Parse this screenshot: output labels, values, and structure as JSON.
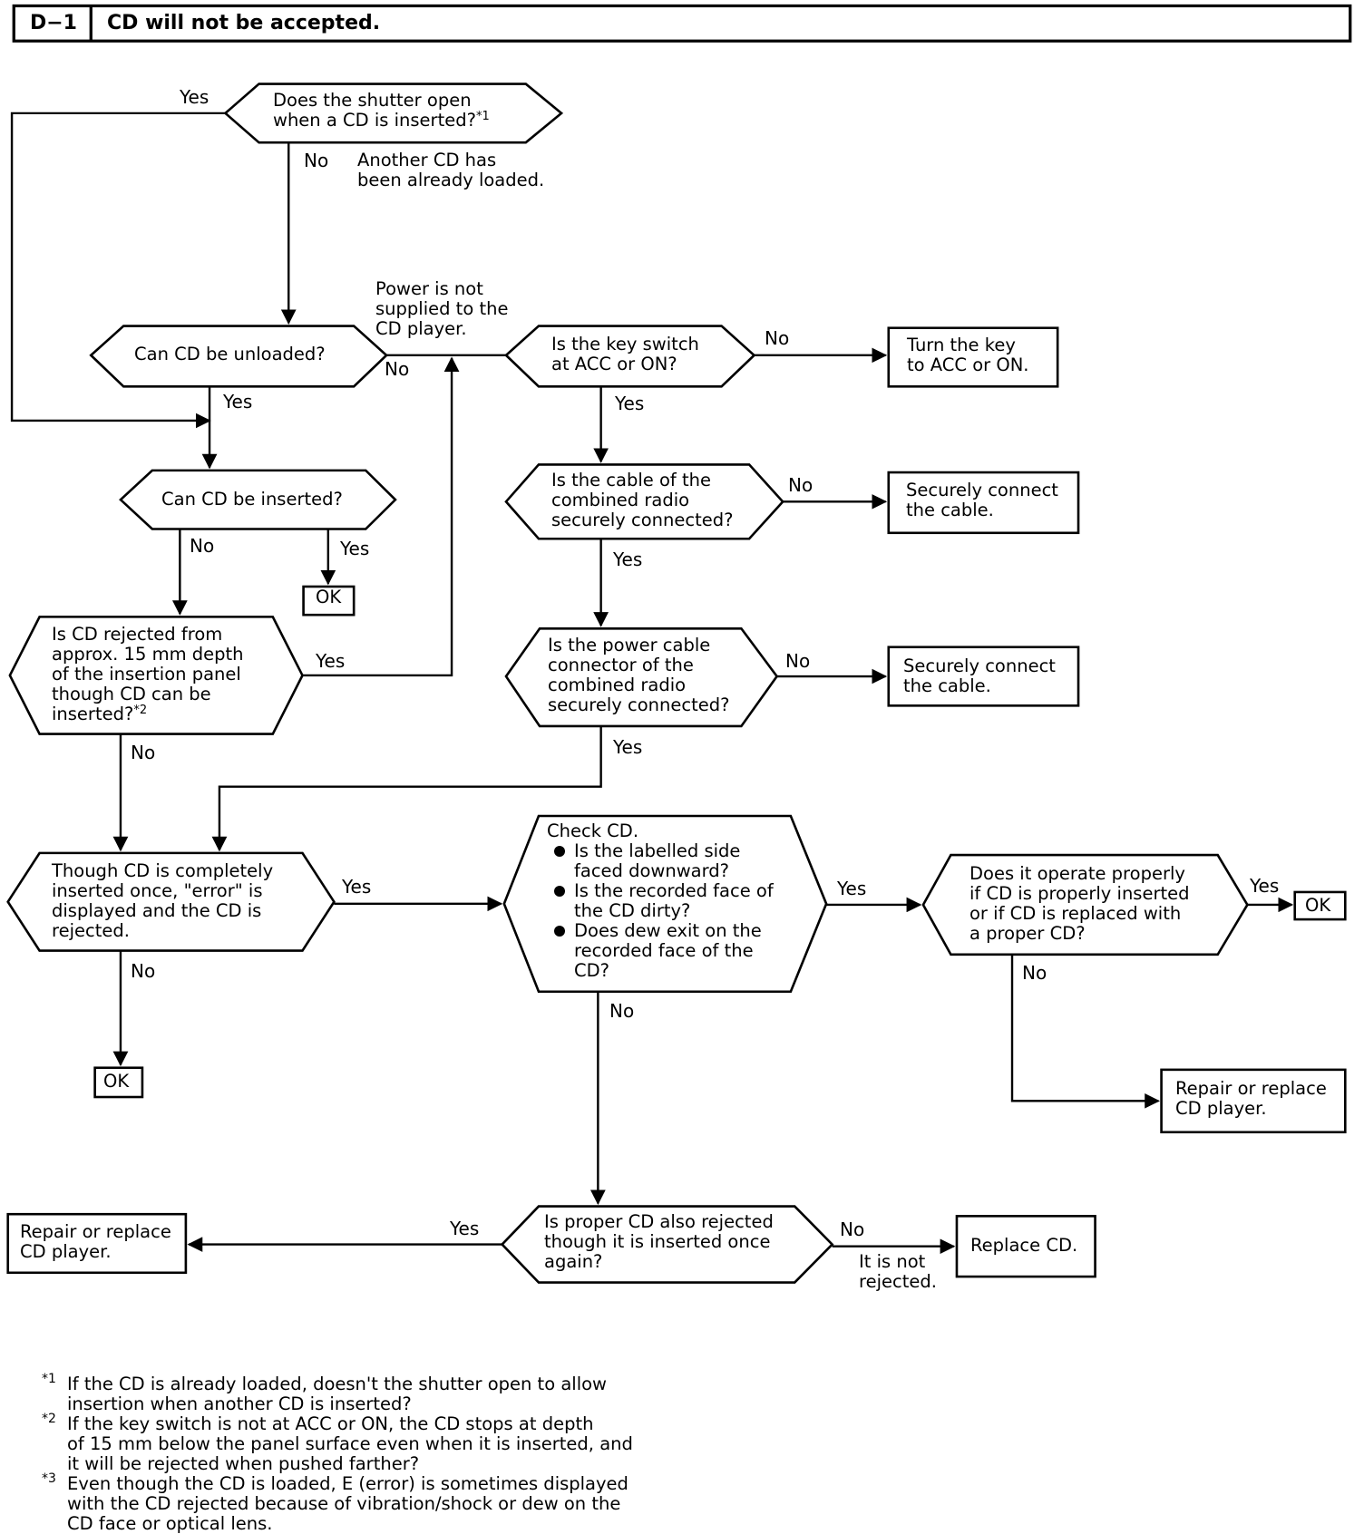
{
  "header": {
    "id": "D−1",
    "title": "CD will not be accepted."
  },
  "nodes": {
    "shutter": "Does the shutter open\nwhen a CD is inserted?",
    "shutter_mark": "*1",
    "another_loaded": "Another CD has\nbeen already loaded.",
    "unload": "Can CD be unloaded?",
    "power_note": "Power is not\nsupplied to the\nCD player.",
    "keyswitch": "Is the key switch\nat ACC or ON?",
    "turn_key": "Turn the key\nto ACC or ON.",
    "insert": "Can CD be inserted?",
    "ok1": "OK",
    "cable_q": "Is the cable of the\ncombined radio\nsecurely connected?",
    "connect1": "Securely connect\nthe cable.",
    "rejected15": "Is CD rejected from\napprox. 15 mm depth\nof the insertion panel\nthough CD can be\ninserted?",
    "rejected15_mark": "*2",
    "power_cable_q": "Is the power cable\nconnector of the\ncombined radio\nsecurely connected?",
    "connect2": "Securely connect\nthe cable.",
    "error_q": "Though CD is completely\ninserted once, \"error\" is\ndisplayed and the CD is\nrejected.",
    "check_cd_title": "Check CD.",
    "check_cd_items": [
      "Is the labelled side\nfaced downward?",
      "Is the recorded face of\nthe CD dirty?",
      "Does dew exit on the\nrecorded face of the\nCD?"
    ],
    "operate_q": "Does it operate properly\nif CD is properly inserted\nor if CD is replaced with\na proper CD?",
    "ok2": "OK",
    "ok3": "OK",
    "repair1": "Repair or replace\nCD player.",
    "proper_q": "Is proper CD also rejected\nthough it is inserted once\nagain?",
    "repair2": "Repair or replace\nCD player.",
    "replace_cd": "Replace CD.",
    "not_rejected": "It is not\nrejected."
  },
  "labels": {
    "yes": "Yes",
    "no": "No"
  },
  "footnotes": [
    {
      "mark": "*1",
      "text": "If the CD is already loaded, doesn't the shutter open to allow\ninsertion when another CD is inserted?"
    },
    {
      "mark": "*2",
      "text": "If the key switch is not at ACC or ON, the CD stops at depth\nof 15 mm below the panel surface even when it is inserted, and\nit will be rejected when pushed farther?"
    },
    {
      "mark": "*3",
      "text": "Even though the CD is loaded, E (error) is sometimes displayed\nwith the CD rejected because of vibration/shock or dew on the\nCD face or optical lens."
    }
  ]
}
